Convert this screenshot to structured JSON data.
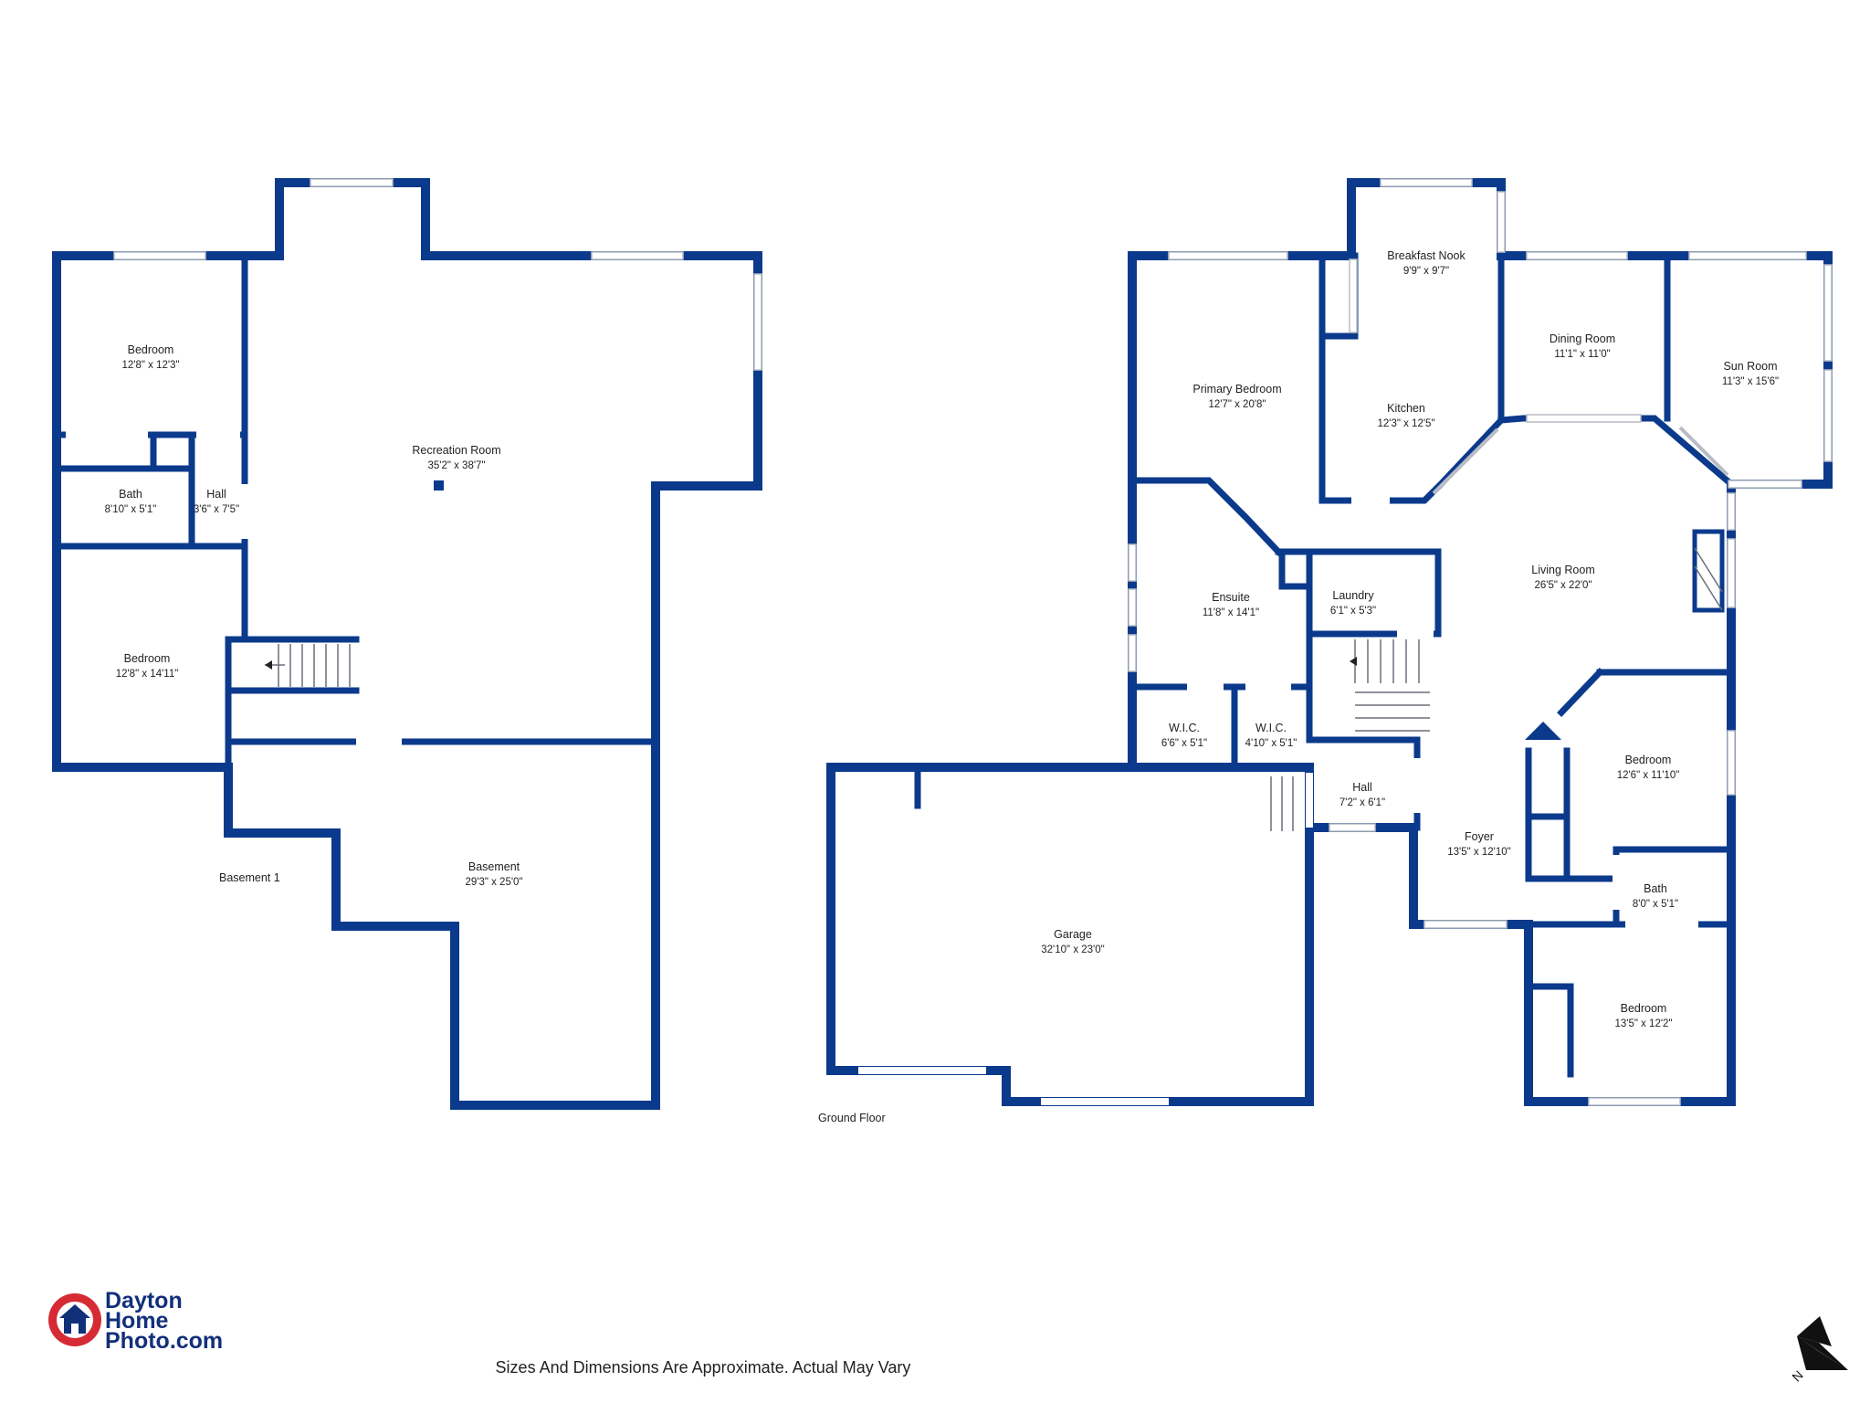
{
  "floors": {
    "basement": "Basement 1",
    "ground": "Ground Floor"
  },
  "rooms": {
    "b_bed1": {
      "name": "Bedroom",
      "dim": "12'8\" x 12'3\""
    },
    "b_rec": {
      "name": "Recreation Room",
      "dim": "35'2\" x 38'7\""
    },
    "b_bath": {
      "name": "Bath",
      "dim": "8'10\" x 5'1\""
    },
    "b_hall": {
      "name": "Hall",
      "dim": "3'6\" x 7'5\""
    },
    "b_bed2": {
      "name": "Bedroom",
      "dim": "12'8\" x 14'11\""
    },
    "b_base": {
      "name": "Basement",
      "dim": "29'3\" x 25'0\""
    },
    "g_nook": {
      "name": "Breakfast Nook",
      "dim": "9'9\" x 9'7\""
    },
    "g_dining": {
      "name": "Dining Room",
      "dim": "11'1\" x 11'0\""
    },
    "g_sun": {
      "name": "Sun Room",
      "dim": "11'3\" x 15'6\""
    },
    "g_primary": {
      "name": "Primary Bedroom",
      "dim": "12'7\" x 20'8\""
    },
    "g_kitchen": {
      "name": "Kitchen",
      "dim": "12'3\" x 12'5\""
    },
    "g_living": {
      "name": "Living Room",
      "dim": "26'5\" x 22'0\""
    },
    "g_ensuite": {
      "name": "Ensuite",
      "dim": "11'8\" x 14'1\""
    },
    "g_laundry": {
      "name": "Laundry",
      "dim": "6'1\" x 5'3\""
    },
    "g_wic1": {
      "name": "W.I.C.",
      "dim": "6'6\" x 5'1\""
    },
    "g_wic2": {
      "name": "W.I.C.",
      "dim": "4'10\" x 5'1\""
    },
    "g_bed1": {
      "name": "Bedroom",
      "dim": "12'6\" x 11'10\""
    },
    "g_hall": {
      "name": "Hall",
      "dim": "7'2\" x 6'1\""
    },
    "g_foyer": {
      "name": "Foyer",
      "dim": "13'5\" x 12'10\""
    },
    "g_bath": {
      "name": "Bath",
      "dim": "8'0\" x 5'1\""
    },
    "g_garage": {
      "name": "Garage",
      "dim": "32'10\" x 23'0\""
    },
    "g_bed2": {
      "name": "Bedroom",
      "dim": "13'5\" x 12'2\""
    }
  },
  "logo": {
    "line1": "Dayton",
    "line2": "Home",
    "line3": "Photo.com"
  },
  "disclaimer": "Sizes And Dimensions Are Approximate. Actual May Vary",
  "compass": {
    "letter": "N",
    "icon": "north-arrow-icon"
  },
  "colors": {
    "walls": "#0b3a8c",
    "logo_red": "#d62b35",
    "logo_blue": "#12307a"
  }
}
